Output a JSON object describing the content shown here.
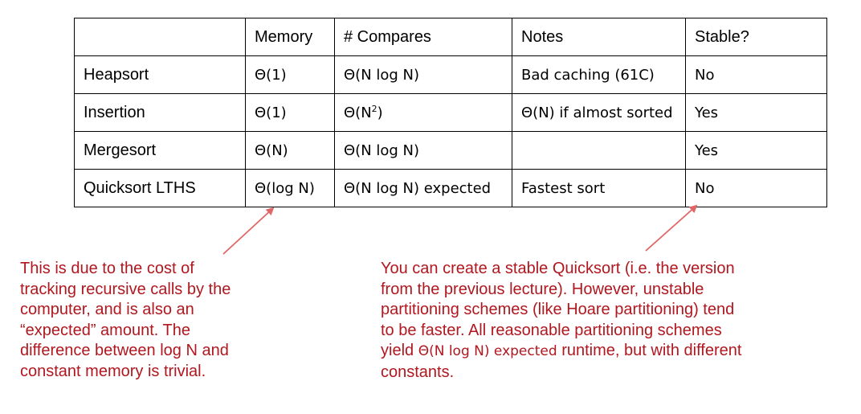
{
  "table": {
    "headers": [
      "",
      "Memory",
      "# Compares",
      "Notes",
      "Stable?"
    ],
    "rows": [
      {
        "algorithm": "Heapsort",
        "memory": "Θ(1)",
        "compares": "Θ(N log N)",
        "notes": "Bad caching (61C)",
        "stable": "No"
      },
      {
        "algorithm": "Insertion",
        "memory": "Θ(1)",
        "compares_base": "Θ(N",
        "compares_sup": "2",
        "compares_end": ")",
        "notes": "Θ(N) if almost sorted",
        "stable": "Yes"
      },
      {
        "algorithm": "Mergesort",
        "memory": "Θ(N)",
        "compares": "Θ(N log N)",
        "notes": "",
        "stable": "Yes"
      },
      {
        "algorithm": "Quicksort LTHS",
        "memory": "Θ(log N)",
        "compares": "Θ(N log N) expected",
        "notes": "Fastest sort",
        "stable": "No"
      }
    ]
  },
  "annotations": {
    "left": {
      "lines": [
        "This is due to the cost of",
        "tracking recursive calls by the",
        "computer, and is also an",
        "“expected” amount. The",
        "difference between log N and",
        "constant memory is trivial."
      ]
    },
    "right": {
      "lines": [
        "You can create a stable Quicksort (i.e. the version",
        "from the previous lecture). However, unstable",
        "partitioning schemes (like Hoare partitioning) tend",
        "to be faster. All reasonable partitioning schemes"
      ],
      "line5_pre": "yield ",
      "line5_math": "Θ(N log N) expected",
      "line5_post": " runtime, but with different",
      "line6": "constants."
    },
    "color": "#b0171f",
    "arrow_color": "#e06666"
  }
}
